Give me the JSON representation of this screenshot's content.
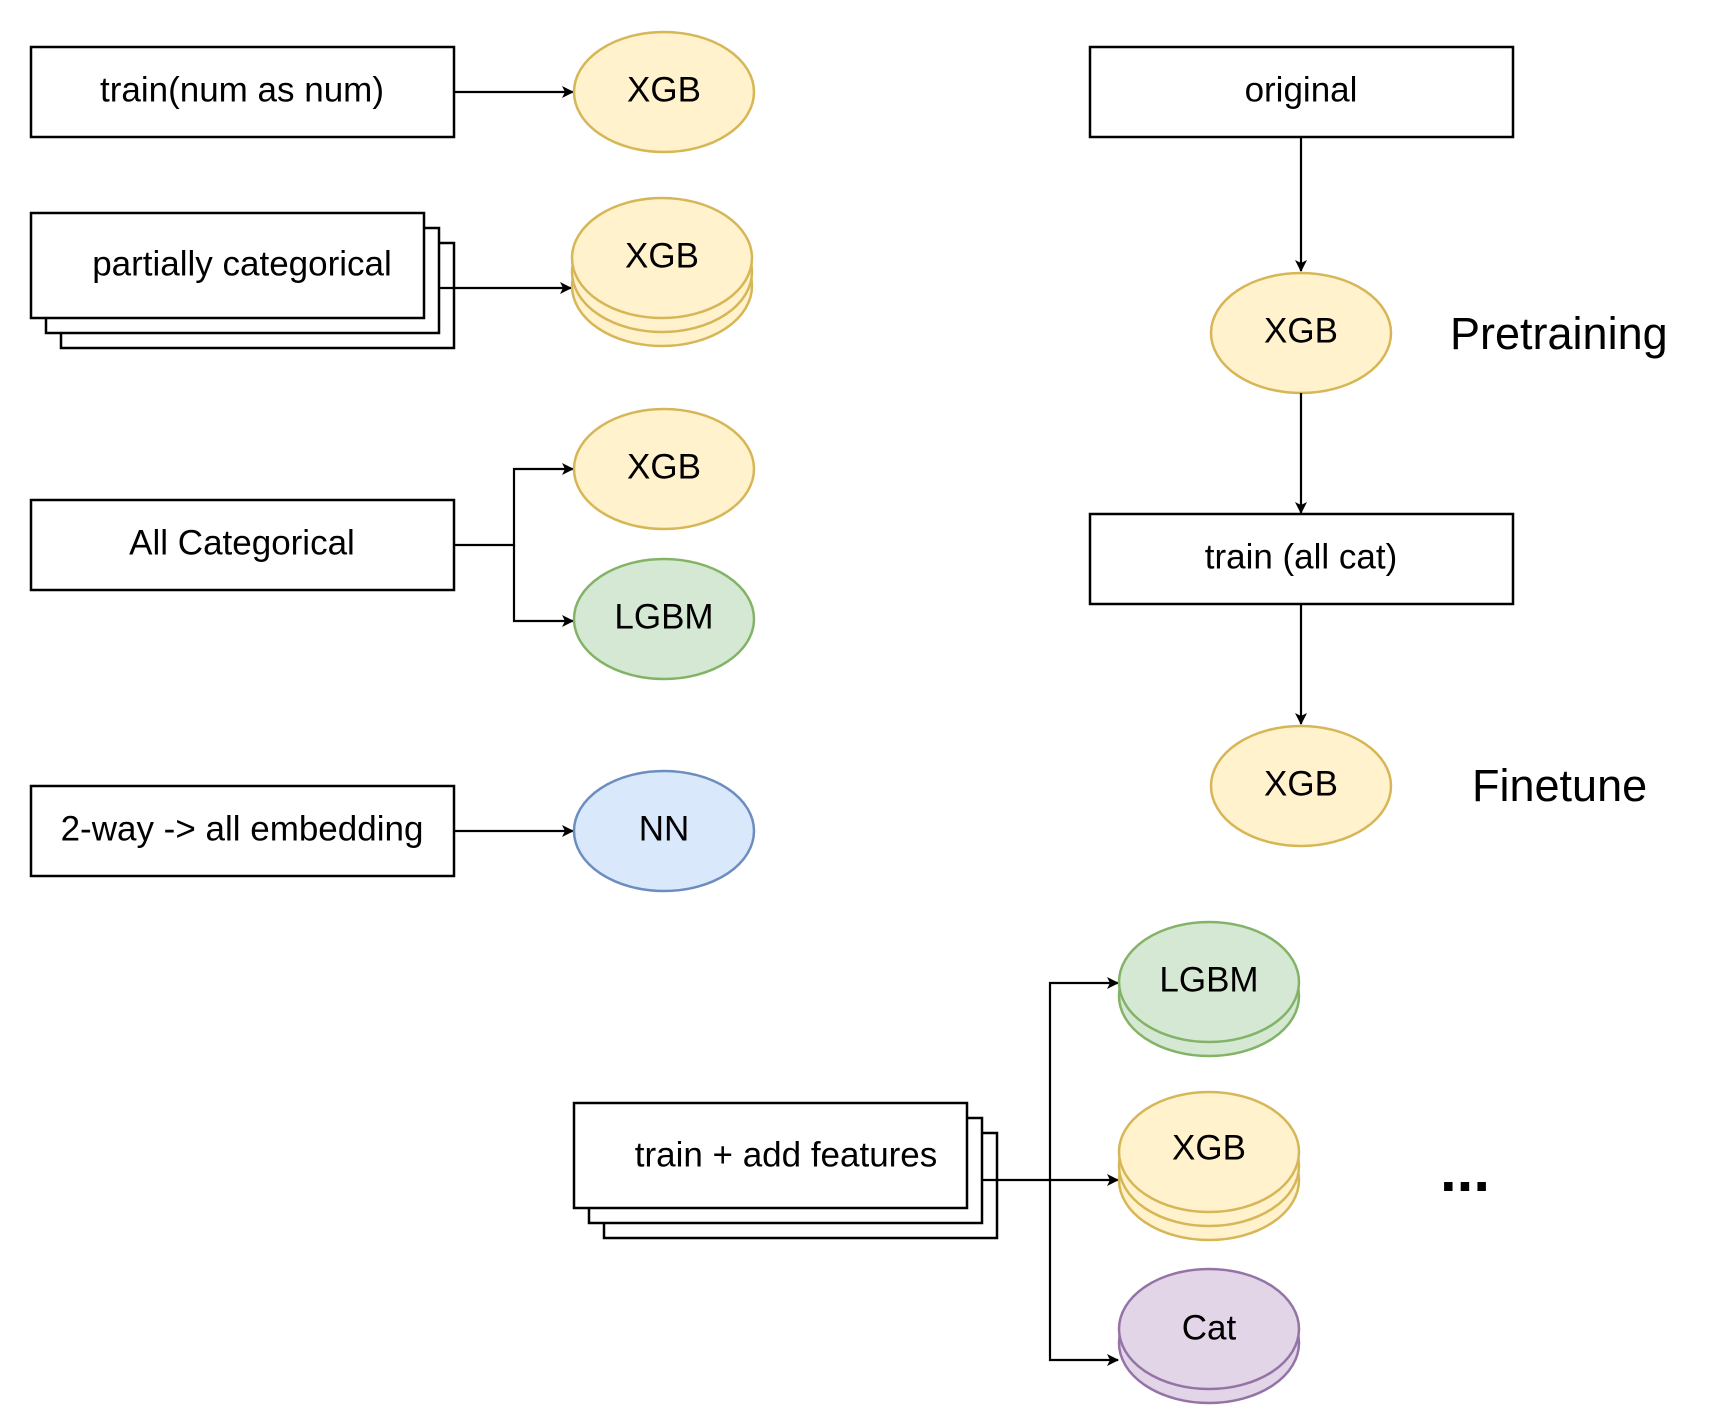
{
  "diagram": {
    "sources": {
      "train_num": "train(num as num)",
      "partially_categorical": "partially categorical",
      "all_categorical": "All Categorical",
      "two_way_embedding": "2-way -> all embedding",
      "train_add_features": "train + add features",
      "original": "original",
      "train_all_cat": "train (all cat)"
    },
    "models": {
      "xgb_1": "XGB",
      "xgb_stack_1": "XGB",
      "xgb_2": "XGB",
      "lgbm_1": "LGBM",
      "nn": "NN",
      "xgb_pretrain": "XGB",
      "xgb_finetune": "XGB",
      "lgbm_stack": "LGBM",
      "xgb_stack_2": "XGB",
      "cat_stack": "Cat"
    },
    "stage_labels": {
      "pretraining": "Pretraining",
      "finetune": "Finetune",
      "ellipsis": "..."
    },
    "colors": {
      "xgb_fill": "#fff2cc",
      "xgb_stroke": "#d6b656",
      "lgbm_fill": "#d5e8d4",
      "lgbm_stroke": "#82b366",
      "nn_fill": "#dae8fc",
      "nn_stroke": "#6c8ebf",
      "cat_fill": "#e1d5e7",
      "cat_stroke": "#9673a6"
    }
  }
}
